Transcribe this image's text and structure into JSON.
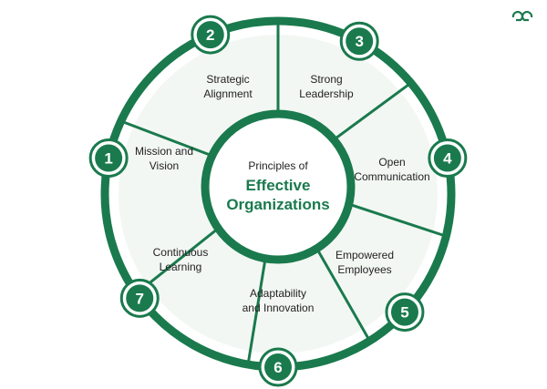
{
  "colors": {
    "ring": "#1a7a4d",
    "ring_dark": "#145f3c",
    "center_fill": "#ffffff",
    "accent_text": "#1a7a4d",
    "text": "#222222",
    "badge_text": "#ffffff"
  },
  "logo": {
    "icon": "geeksforgeeks-logo-icon"
  },
  "center": {
    "subtitle": "Principles of",
    "title": "Effective\nOrganizations"
  },
  "segments": [
    {
      "number": "1",
      "label": "Mission and\nVision"
    },
    {
      "number": "2",
      "label": "Strategic\nAlignment"
    },
    {
      "number": "3",
      "label": "Strong\nLeadership"
    },
    {
      "number": "4",
      "label": "Open\nCommunication"
    },
    {
      "number": "5",
      "label": "Empowered\nEmployees"
    },
    {
      "number": "6",
      "label": "Adaptability\nand Innovation"
    },
    {
      "number": "7",
      "label": "Continuous\nLearning"
    }
  ]
}
